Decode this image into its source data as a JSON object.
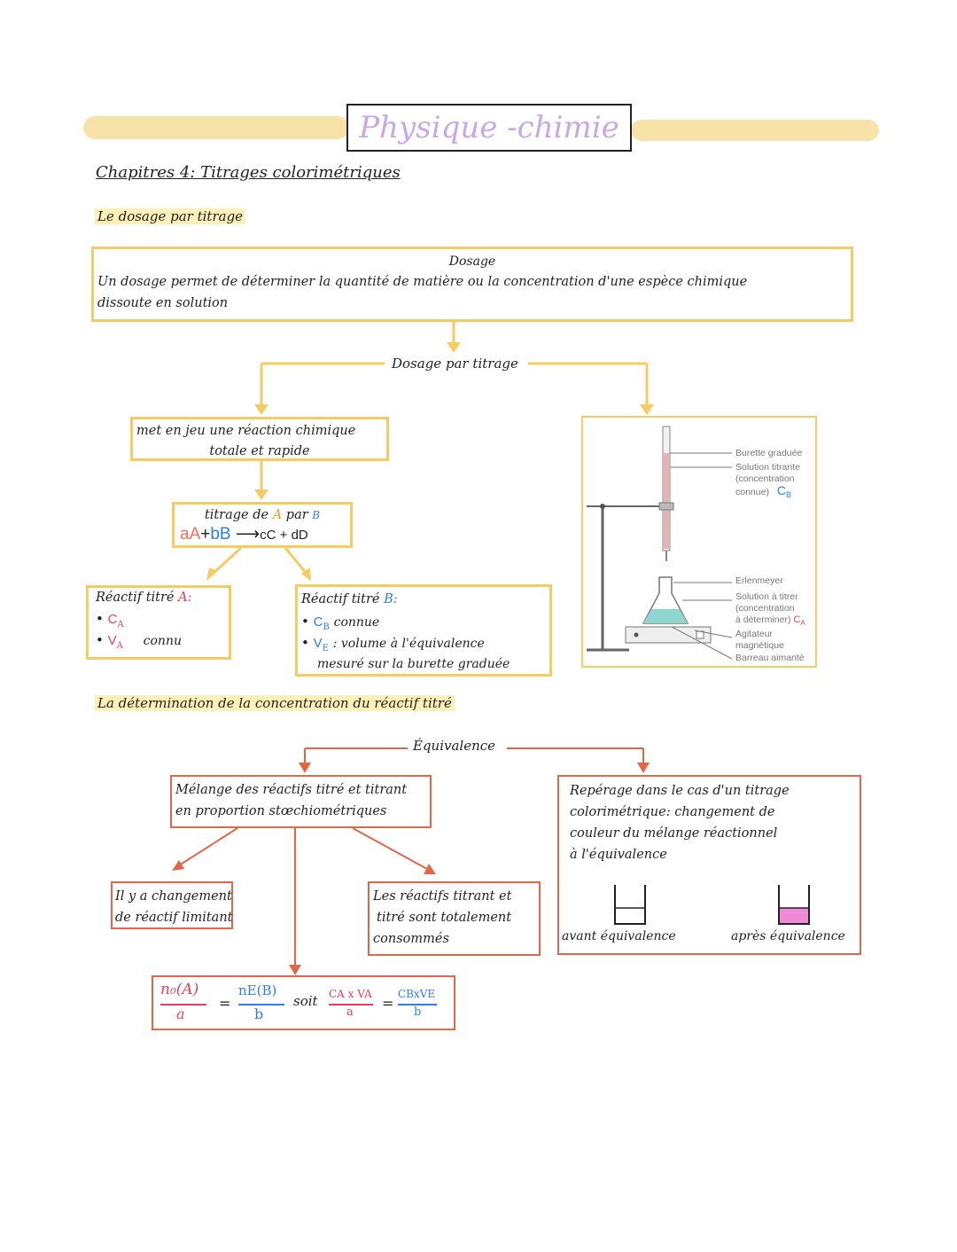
{
  "header": {
    "title": "Physique -chimie"
  },
  "chapter": "Chapitres 4: Titrages colorimétriques",
  "section1": {
    "heading": "Le dosage par titrage",
    "dosage_box": {
      "title": "Dosage",
      "line1": "Un dosage permet de déterminer la quantité de matière ou la concentration d'une espèce chimique",
      "line2": "dissoute en solution"
    },
    "branch_label": "Dosage par titrage",
    "reaction_box": {
      "line1": "met en jeu une réaction chimique",
      "line2": "totale et rapide"
    },
    "titrage_box": {
      "line1_a": "titrage de",
      "A": "A",
      "par": "par",
      "B": "B",
      "eq_a": "aA",
      "eq_plus": "+",
      "eq_b": "bB",
      "eq_arrow": "⟶",
      "eq_rest": "cC + dD"
    },
    "reactif_A": {
      "title": "Réactif titré",
      "name": "A:",
      "item1": "C",
      "item1_sub": "A",
      "item2": "V",
      "item2_sub": "A",
      "item2_note": "connu"
    },
    "reactif_B": {
      "title": "Réactif titré",
      "name": "B:",
      "item1": "C",
      "item1_sub": "B",
      "item1_note": "connue",
      "item2": "V",
      "item2_sub": "E",
      "item2_note": ": volume à l'équivalence",
      "item2_line2": "mesuré sur la burette graduée"
    },
    "apparatus": {
      "labels": {
        "burette": "Burette graduée",
        "titrant1": "Solution titrante",
        "titrant2": "(concentration",
        "titrant3": "connue)",
        "titrant_sym": "C",
        "titrant_sub": "B",
        "erlen": "Erlenmeyer",
        "titrer1": "Solution à titrer",
        "titrer2": "(concentration",
        "titrer3": "à déterminer)",
        "titrer_sym": "C",
        "titrer_sub": "A",
        "agit1": "Agitateur",
        "agit2": "magnétique",
        "barreau": "Barreau aimanté"
      }
    }
  },
  "section2": {
    "heading": "La détermination de la concentration du réactif titré",
    "branch_label": "Équivalence",
    "melange_box": {
      "line1": "Mélange des réactifs titré et titrant",
      "line2": "en proportion stœchiométriques"
    },
    "limitant_box": {
      "line1": "Il y a changement",
      "line2": "de réactif limitant"
    },
    "consommes_box": {
      "line1": "Les réactifs titrant et",
      "line2": "titré sont totalement",
      "line3": "consommés"
    },
    "formula": {
      "n0": "n₀(A)",
      "a": "a",
      "eq1": "=",
      "nE": "nE(B)",
      "b": "b",
      "soit": "soit",
      "ca_va": "CA x VA",
      "a2": "a",
      "eq2": "=",
      "cb_vb": "CBxVE",
      "b2": "b"
    },
    "reperage_box": {
      "line1": "Repérage dans le cas d'un titrage",
      "line2": "colorimétrique: changement de",
      "line3": "couleur du mélange réactionnel",
      "line4": "à l'équivalence",
      "before": "avant équivalence",
      "after": "après équivalence"
    }
  },
  "colors": {
    "yellow": "#f4cc63",
    "orange": "#e0674a",
    "blue": "#2f7ee8",
    "pink": "#f08ad6",
    "title": "#c9a7e8"
  }
}
